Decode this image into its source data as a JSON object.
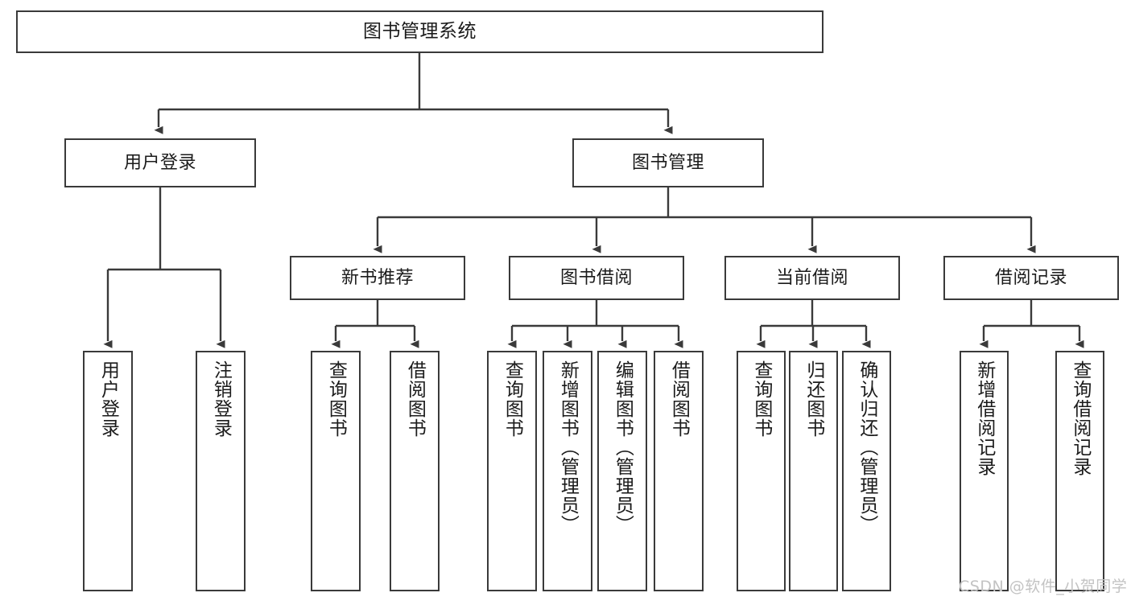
{
  "diagram": {
    "title": "图书管理系统",
    "type": "tree-hierarchy-chart",
    "colors": {
      "box_border": "#3a3a3a",
      "box_fill": "#ffffff",
      "connector": "#3a3a3a",
      "text": "#1b1b1b",
      "watermark": "#c3c3c3",
      "background": "#ffffff"
    },
    "root": {
      "label": "图书管理系统"
    },
    "level2": [
      {
        "label": "用户登录"
      },
      {
        "label": "图书管理"
      }
    ],
    "level3": [
      {
        "label": "新书推荐"
      },
      {
        "label": "图书借阅"
      },
      {
        "label": "当前借阅"
      },
      {
        "label": "借阅记录"
      }
    ],
    "leaves": {
      "user_login": [
        {
          "label": "用户登录"
        },
        {
          "label": "注销登录"
        }
      ],
      "new_book_recommend": [
        {
          "label": "查询图书"
        },
        {
          "label": "借阅图书"
        }
      ],
      "book_borrow": [
        {
          "label": "查询图书"
        },
        {
          "label": "新增图书（管理员）"
        },
        {
          "label": "编辑图书（管理员）"
        },
        {
          "label": "借阅图书"
        }
      ],
      "current_borrow": [
        {
          "label": "查询图书"
        },
        {
          "label": "归还图书"
        },
        {
          "label": "确认归还（管理员）"
        }
      ],
      "borrow_record": [
        {
          "label": "新增借阅记录"
        },
        {
          "label": "查询借阅记录"
        }
      ]
    },
    "watermark": "CSDN @软件_小贺同学"
  }
}
